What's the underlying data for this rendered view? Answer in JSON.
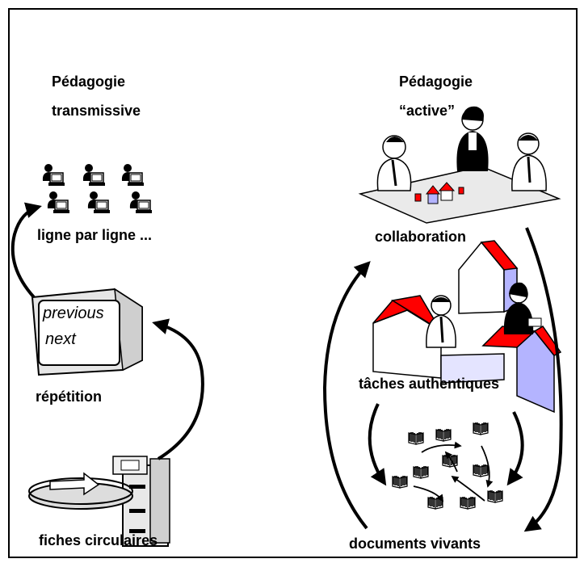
{
  "left": {
    "title_line1": "Pédagogie",
    "title_line2": "transmissive",
    "lineByLine": "ligne par ligne ...",
    "repetition": "répétition",
    "circularSheets": "fiches circulaires",
    "monitor_prev": "previous",
    "monitor_next": "next"
  },
  "right": {
    "title_line1": "Pédagogie",
    "title_line2": "“active”",
    "collaboration": "collaboration",
    "authenticTasks": "tâches authentiques",
    "liveDocuments": "documents vivants"
  },
  "colors": {
    "roof": "#ff0000",
    "wall": "#b4b4ff"
  }
}
